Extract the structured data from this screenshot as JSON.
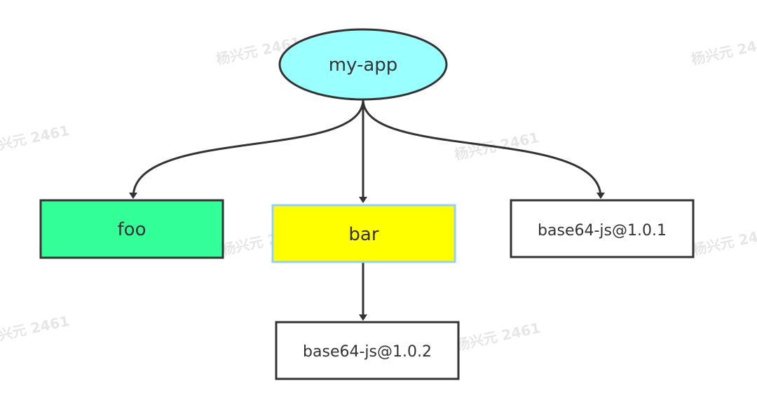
{
  "diagram": {
    "nodes": {
      "root": {
        "label": "my-app",
        "fill": "#99ffff",
        "stroke": "#333333"
      },
      "foo": {
        "label": "foo",
        "fill": "#33ff99",
        "stroke": "#333333"
      },
      "bar": {
        "label": "bar",
        "fill": "#ffff00",
        "stroke": "#99ccff"
      },
      "dep_101": {
        "label": "base64-js@1.0.1",
        "fill": "#ffffff",
        "stroke": "#333333"
      },
      "dep_102": {
        "label": "base64-js@1.0.2",
        "fill": "#ffffff",
        "stroke": "#333333"
      }
    },
    "edges": [
      {
        "from": "my-app",
        "to": "foo"
      },
      {
        "from": "my-app",
        "to": "bar"
      },
      {
        "from": "my-app",
        "to": "base64-js@1.0.1"
      },
      {
        "from": "bar",
        "to": "base64-js@1.0.2"
      }
    ],
    "edge_color": "#333333"
  },
  "watermark": {
    "text": "杨兴元 2461",
    "color": "#e6e6e6"
  }
}
